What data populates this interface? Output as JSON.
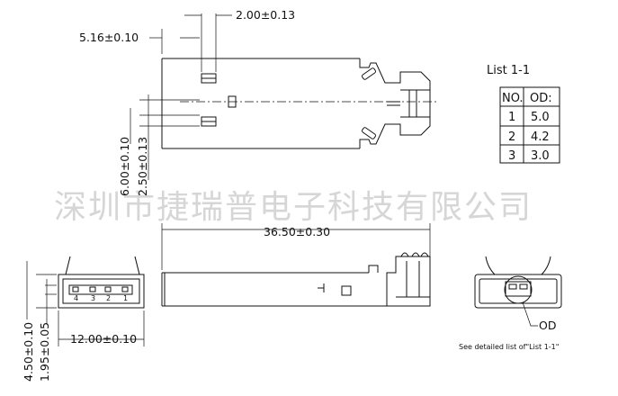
{
  "watermark": "深圳市捷瑞普电子科技有限公司",
  "dimensions": {
    "d1": "2.00±0.13",
    "d2": "5.16±0.10",
    "d3": "6.00±0.10",
    "d4": "2.50±0.13",
    "d5": "36.50±0.30",
    "d6": "4.50±0.10",
    "d7": "1.95±0.05",
    "d8": "12.00±0.10"
  },
  "pin_numbers": [
    "4",
    "3",
    "2",
    "1"
  ],
  "od_label": "OD",
  "note": "See detailed list of\"List 1-1\"",
  "list_table": {
    "title": "List 1-1",
    "headers": [
      "NO.",
      "OD:"
    ],
    "rows": [
      [
        "1",
        "5.0"
      ],
      [
        "2",
        "4.2"
      ],
      [
        "3",
        "3.0"
      ]
    ]
  }
}
